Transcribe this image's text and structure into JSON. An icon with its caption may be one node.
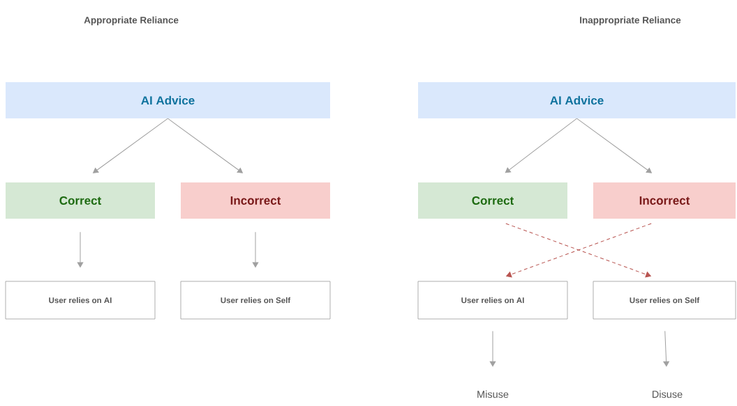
{
  "diagram": {
    "nodes": [
      {
        "text": [
          "AI Advice"
        ]
      },
      {
        "text": [
          "Correct"
        ]
      },
      {
        "text": [
          "Incorrect"
        ]
      },
      {
        "text": [
          "User relies on AI"
        ]
      },
      {
        "text": [
          "User relies on Self"
        ]
      },
      {
        "text": [
          "AI Advice"
        ]
      },
      {
        "text": [
          "Correct"
        ]
      },
      {
        "text": [
          "Incorrect"
        ]
      },
      {
        "text": [
          "User relies on AI"
        ]
      },
      {
        "text": [
          "User relies on Self"
        ]
      },
      {
        "text": [
          "Misuse"
        ]
      },
      {
        "text": [
          "Disuse"
        ]
      }
    ],
    "edges": [
      {
        "from": 0,
        "to": 1,
        "arrow": "to"
      },
      {
        "from": 0,
        "to": 2,
        "arrow": "to"
      },
      {
        "from": 1,
        "to": 3,
        "arrow": "to"
      },
      {
        "from": 2,
        "to": 4,
        "arrow": "to"
      },
      {
        "from": 5,
        "to": 6,
        "arrow": "to"
      },
      {
        "from": 5,
        "to": 7,
        "arrow": "to"
      },
      {
        "from": 6,
        "to": 9,
        "arrow": "to",
        "style": "dashed",
        "color": "#b85450"
      },
      {
        "from": 7,
        "to": 8,
        "arrow": "to",
        "style": "dashed",
        "color": "#b85450"
      },
      {
        "from": 8,
        "to": 10,
        "arrow": "to"
      },
      {
        "from": 9,
        "to": 11,
        "arrow": "to"
      }
    ],
    "labels": [
      "Appropriate Reliance",
      "Inappropriate Reliance"
    ]
  }
}
